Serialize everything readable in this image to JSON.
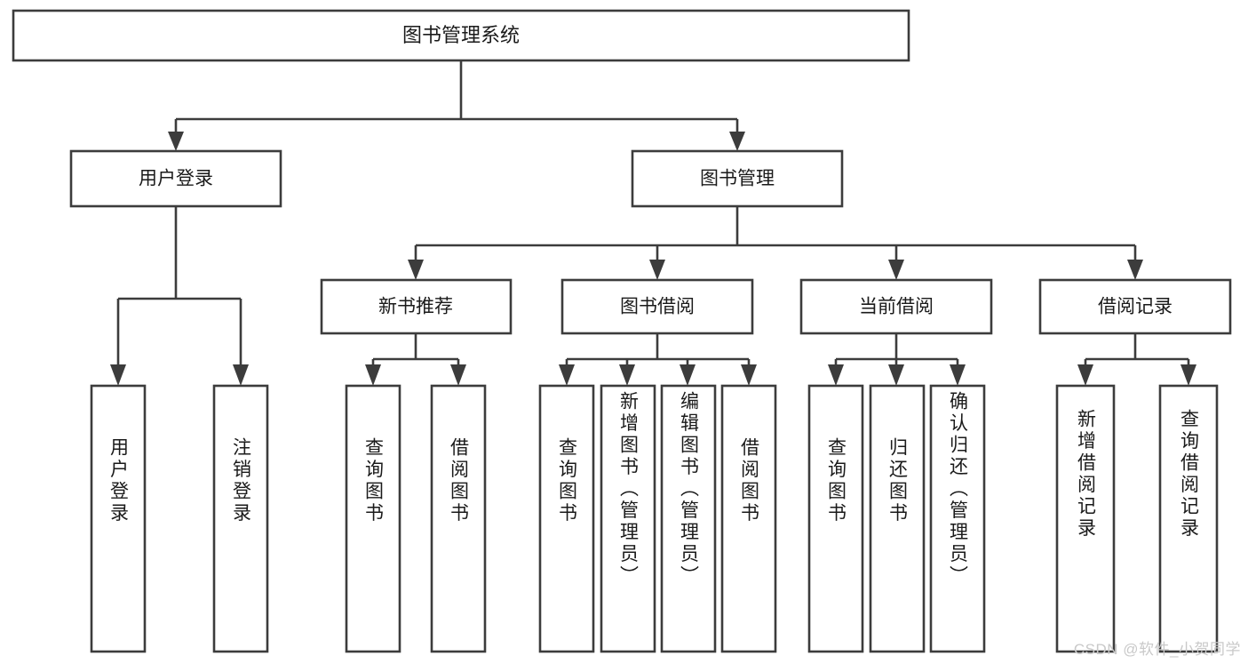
{
  "diagram": {
    "type": "hierarchy-tree",
    "title": "图书管理系统",
    "watermark": "CSDN @软件_小贺同学",
    "colors": {
      "box_stroke": "#3c3c3c",
      "box_fill": "#ffffff",
      "text": "#1a1a1a",
      "background": "#ffffff",
      "watermark": "#c9c9c9"
    },
    "root": {
      "label": "图书管理系统"
    },
    "level2": [
      {
        "label": "用户登录"
      },
      {
        "label": "图书管理"
      }
    ],
    "level3": [
      {
        "label": "新书推荐"
      },
      {
        "label": "图书借阅"
      },
      {
        "label": "当前借阅"
      },
      {
        "label": "借阅记录"
      }
    ],
    "leaves": {
      "user_login": [
        {
          "label": "用户登录"
        },
        {
          "label": "注销登录"
        }
      ],
      "new_book": [
        {
          "label": "查询图书"
        },
        {
          "label": "借阅图书"
        }
      ],
      "book_borrow": [
        {
          "label": "查询图书"
        },
        {
          "label": "新增图书（管理员）"
        },
        {
          "label": "编辑图书（管理员）"
        },
        {
          "label": "借阅图书"
        }
      ],
      "current_borrow": [
        {
          "label": "查询图书"
        },
        {
          "label": "归还图书"
        },
        {
          "label": "确认归还（管理员）"
        }
      ],
      "borrow_record": [
        {
          "label": "新增借阅记录"
        },
        {
          "label": "查询借阅记录"
        }
      ]
    }
  }
}
